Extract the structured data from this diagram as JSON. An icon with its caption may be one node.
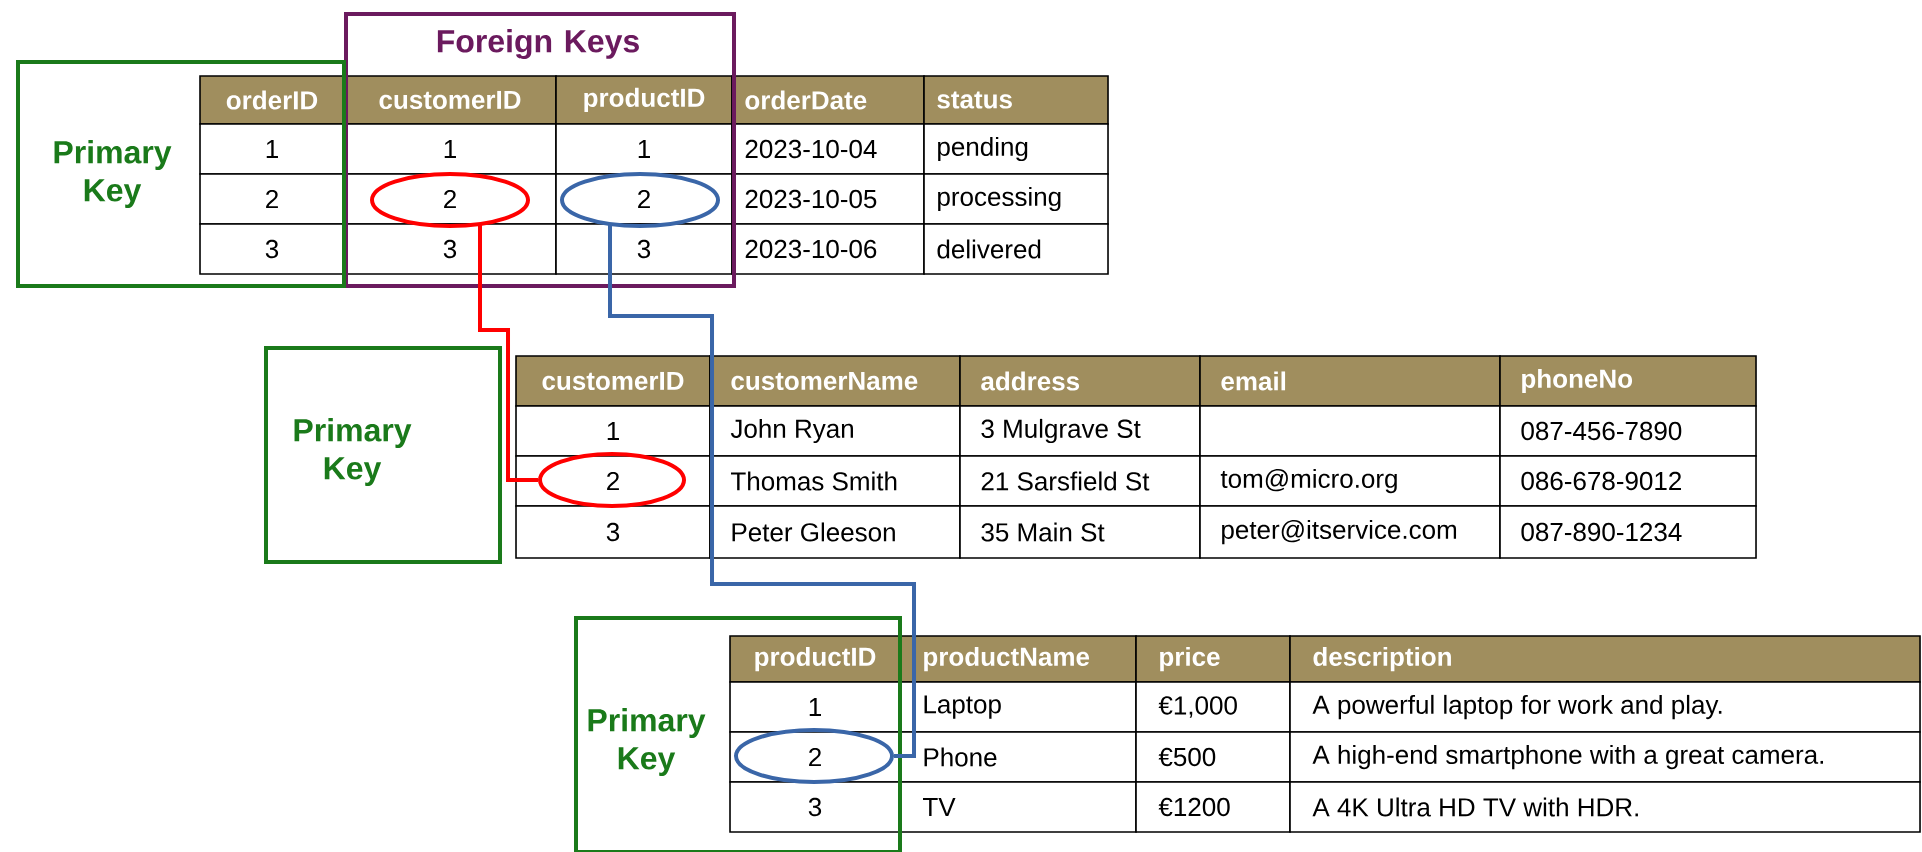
{
  "diagram": {
    "nodes": [
      {
        "text": [
          "Foreign Keys"
        ]
      },
      {
        "text": [
          "Primary Key"
        ]
      },
      {
        "text": [],
        "shape": "ellipse",
        "in": 0
      },
      {
        "text": [],
        "shape": "ellipse",
        "in": 0
      },
      {
        "text": [
          "Primary Key"
        ]
      },
      {
        "text": [],
        "shape": "ellipse"
      },
      {
        "text": [
          "Primary Key"
        ]
      },
      {
        "text": [],
        "shape": "ellipse",
        "in": 6
      }
    ],
    "edges": [
      {
        "from": 2,
        "to": 5,
        "arrow": "none",
        "color": "#ff0000"
      },
      {
        "from": 3,
        "to": 7,
        "arrow": "none",
        "color": "#3a66a8"
      }
    ],
    "labels": [
      "orderID",
      "customerID",
      "productID",
      "orderDate",
      "status",
      "1",
      "1",
      "1",
      "2023-10-04",
      "pending",
      "2",
      "2",
      "2",
      "2023-10-05",
      "processing",
      "3",
      "3",
      "3",
      "2023-10-06",
      "delivered",
      "customerID",
      "customerName",
      "address",
      "email",
      "phoneNo",
      "1",
      "John Ryan",
      "3 Mulgrave St",
      "087-456-7890",
      "2",
      "Thomas Smith",
      "21 Sarsfield St",
      "tom@micro.org",
      "086-678-9012",
      "3",
      "Peter Gleeson",
      "35 Main St",
      "peter@itservice.com",
      "087-890-1234",
      "productID",
      "productName",
      "price",
      "description",
      "1",
      "Laptop",
      "€1,000",
      "A powerful laptop for work and play.",
      "2",
      "Phone",
      "€500",
      "A high-end smartphone with a great camera.",
      "3",
      "TV",
      "€1200",
      "A 4K Ultra HD TV with HDR."
    ]
  }
}
